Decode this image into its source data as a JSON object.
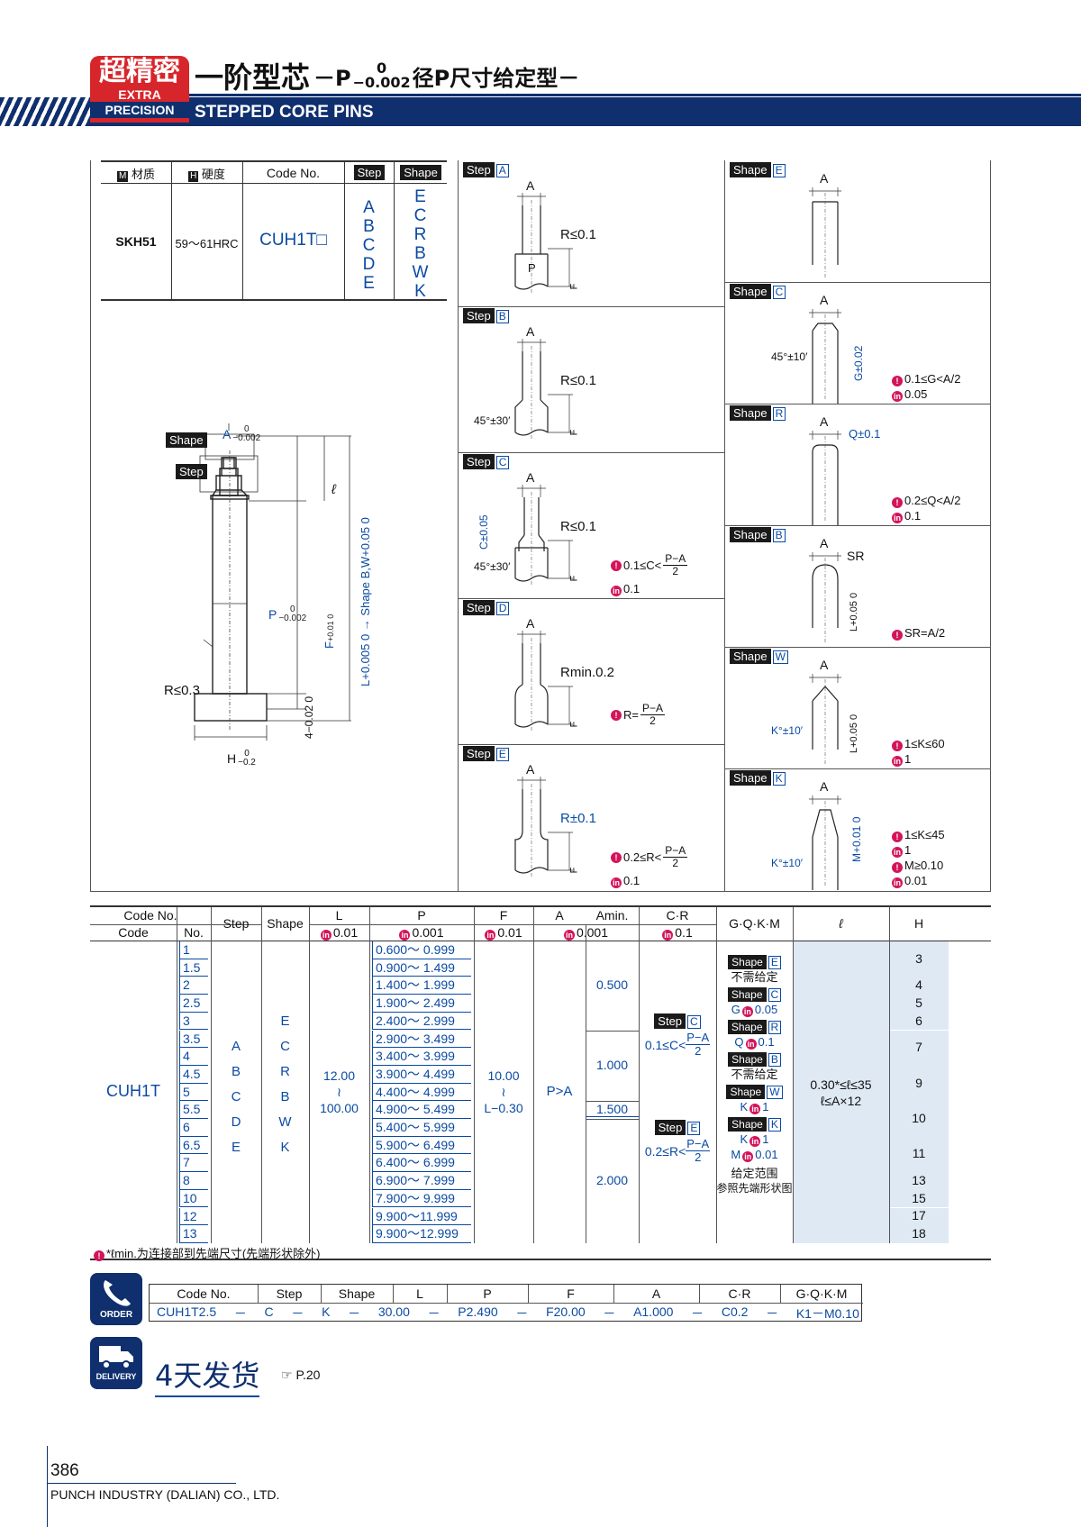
{
  "header": {
    "badge_cn": "超精密",
    "badge_en1": "EXTRA",
    "badge_en2": "PRECISION",
    "title_cn": "一阶型芯",
    "title_p": "－P",
    "tol_top": "0",
    "tol_bot": "−0.002",
    "title_suffix": "径P尺寸给定型－",
    "title_en": "STEPPED CORE PINS"
  },
  "spec": {
    "h_material": "材质",
    "h_hardness": "硬度",
    "h_code": "Code No.",
    "h_step": "Step",
    "h_shape": "Shape",
    "material": "SKH51",
    "hardness": "59～61HRC",
    "code": "CUH1T□",
    "steps": [
      "A",
      "B",
      "C",
      "D",
      "E"
    ],
    "shapes": [
      "E",
      "C",
      "R",
      "B",
      "W",
      "K"
    ],
    "icon_m": "M",
    "icon_h": "H"
  },
  "drawing": {
    "shape_badge": "Shape",
    "step_badge": "Step",
    "a_tol": "A",
    "a_tol_top": "0",
    "a_tol_bot": "−0.002",
    "p_label": "P",
    "p_tol_top": "0",
    "p_tol_bot": "−0.002",
    "r_label": "R≤0.3",
    "h_label": "H",
    "h_tol_top": "0",
    "h_tol_bot": "−0.2",
    "ell": "ℓ",
    "f_label": "F",
    "f_tol": "+0.01 0",
    "l_label": "L+0.005 0 → Shape B,W+0.05 0",
    "four": "4−0.02 0"
  },
  "steps": [
    {
      "name": "Step",
      "letter": "A",
      "r": "R≤0.1",
      "a": "A",
      "p": "P",
      "f": "F"
    },
    {
      "name": "Step",
      "letter": "B",
      "r": "R≤0.1",
      "a": "A",
      "ang": "45°±30′",
      "f": "F"
    },
    {
      "name": "Step",
      "letter": "C",
      "r": "R≤0.1",
      "a": "A",
      "c": "C±0.05",
      "ang": "45°±30′",
      "f": "F",
      "n1": "0.1≤C<",
      "frac_n": "P−A",
      "frac_d": "2",
      "n2": "0.1"
    },
    {
      "name": "Step",
      "letter": "D",
      "r": "Rmin.0.2",
      "a": "A",
      "f": "F",
      "n1": "R=",
      "frac_n": "P−A",
      "frac_d": "2"
    },
    {
      "name": "Step",
      "letter": "E",
      "r": "R±0.1",
      "a": "A",
      "f": "F",
      "n1": "0.2≤R<",
      "frac_n": "P−A",
      "frac_d": "2",
      "n2": "0.1"
    }
  ],
  "shapes": [
    {
      "name": "Shape",
      "letter": "E",
      "a": "A"
    },
    {
      "name": "Shape",
      "letter": "C",
      "a": "A",
      "ang": "45°±10′",
      "g": "G±0.02",
      "n1": "0.1≤G<A/2",
      "n2": "0.05"
    },
    {
      "name": "Shape",
      "letter": "R",
      "a": "A",
      "q": "Q±0.1",
      "n1": "0.2≤Q<A/2",
      "n2": "0.1"
    },
    {
      "name": "Shape",
      "letter": "B",
      "a": "A",
      "sr": "SR",
      "l": "L+0.05 0",
      "n1": "SR=A/2"
    },
    {
      "name": "Shape",
      "letter": "W",
      "a": "A",
      "k": "K°±10′",
      "l": "L+0.05 0",
      "n1": "1≤K≤60",
      "n2": "1"
    },
    {
      "name": "Shape",
      "letter": "K",
      "a": "A",
      "k": "K°±10′",
      "m": "M+0.01 0",
      "n1": "1≤K≤45",
      "n2": "1",
      "n3": "M≥0.10",
      "n4": "0.01"
    }
  ],
  "table": {
    "h_codeno": "Code No.",
    "h_code": "Code",
    "h_no": "No.",
    "h_step": "Step",
    "h_shape": "Shape",
    "h_l": "L",
    "h_p": "P",
    "h_f": "F",
    "h_a": "A",
    "h_amin": "Amin.",
    "h_cr": "C·R",
    "h_gqkm": "G·Q·K·M",
    "h_ell": "ℓ",
    "h_h": "H",
    "u_l": "0.01",
    "u_p": "0.001",
    "u_f": "0.01",
    "u_a": "0.001",
    "u_cr": "0.1",
    "code": "CUH1T",
    "nos": [
      "1",
      "1.5",
      "2",
      "2.5",
      "3",
      "3.5",
      "4",
      "4.5",
      "5",
      "5.5",
      "6",
      "6.5",
      "7",
      "8",
      "10",
      "12",
      "13"
    ],
    "ps": [
      "0.600～ 0.999",
      "0.900～ 1.499",
      "1.400～ 1.999",
      "1.900～ 2.499",
      "2.400～ 2.999",
      "2.900～ 3.499",
      "3.400～ 3.999",
      "3.900～ 4.499",
      "4.400～ 4.999",
      "4.900～ 5.499",
      "5.400～ 5.999",
      "5.900～ 6.499",
      "6.400～ 6.999",
      "6.900～ 7.999",
      "7.900～ 9.999",
      "9.900～11.999",
      "9.900～12.999"
    ],
    "steps": [
      "A",
      "B",
      "C",
      "D",
      "E"
    ],
    "shapes": [
      "E",
      "C",
      "R",
      "B",
      "W",
      "K"
    ],
    "l_top": "12.00",
    "l_mid": "≀",
    "l_bot": "100.00",
    "f_top": "10.00",
    "f_mid": "≀",
    "f_bot": "L−0.30",
    "a_val": "P>A",
    "amins": [
      "0.500",
      "1.000",
      "1.500",
      "2.000"
    ],
    "cr_step_c": "C",
    "cr_c": "0.1≤C<",
    "cr_step_e": "E",
    "cr_e": "0.2≤R<",
    "frac_n": "P−A",
    "frac_d": "2",
    "step_word": "Step",
    "g_items": [
      {
        "s": "E",
        "t": "不需给定"
      },
      {
        "s": "C",
        "t": "G",
        "v": "0.05"
      },
      {
        "s": "R",
        "t": "Q",
        "v": "0.1"
      },
      {
        "s": "B",
        "t": "不需给定"
      },
      {
        "s": "W",
        "t": "K",
        "v": "1"
      },
      {
        "s": "K",
        "t": "K",
        "v": "1",
        "t2": "M",
        "v2": "0.01"
      }
    ],
    "g_foot1": "给定范围",
    "g_foot2": "参照先端形状图",
    "shape_word": "Shape",
    "ell1": "0.30*≤ℓ≤35",
    "ell2": "ℓ≤A×12",
    "hs": [
      "3",
      "4",
      "5",
      "6",
      "7",
      "9",
      "10",
      "11",
      "13",
      "15",
      "17",
      "18"
    ],
    "footnote": "*ℓmin.为连接部到先端尺寸(先端形状除外)"
  },
  "order": {
    "label": "ORDER",
    "headers": [
      "Code No.",
      "Step",
      "Shape",
      "L",
      "P",
      "F",
      "A",
      "C·R",
      "G·Q·K·M"
    ],
    "values": [
      "CUH1T2.5",
      "－",
      "C",
      "－",
      "K",
      "－",
      "30.00",
      "－",
      "P2.490",
      "－",
      "F20.00",
      "－",
      "A1.000",
      "－",
      "C0.2",
      "－",
      "K1－M0.10"
    ]
  },
  "delivery": {
    "label": "DELIVERY",
    "days": "4天发货",
    "ref": "☞ P.20"
  },
  "footer": {
    "page": "386",
    "company": "PUNCH INDUSTRY (DALIAN) CO., LTD."
  },
  "colors": {
    "navy": "#0f2f6e",
    "red": "#d7262b",
    "blue": "#0a4aa3",
    "pink": "#d4145a",
    "lightblue": "#dfe9f4"
  }
}
